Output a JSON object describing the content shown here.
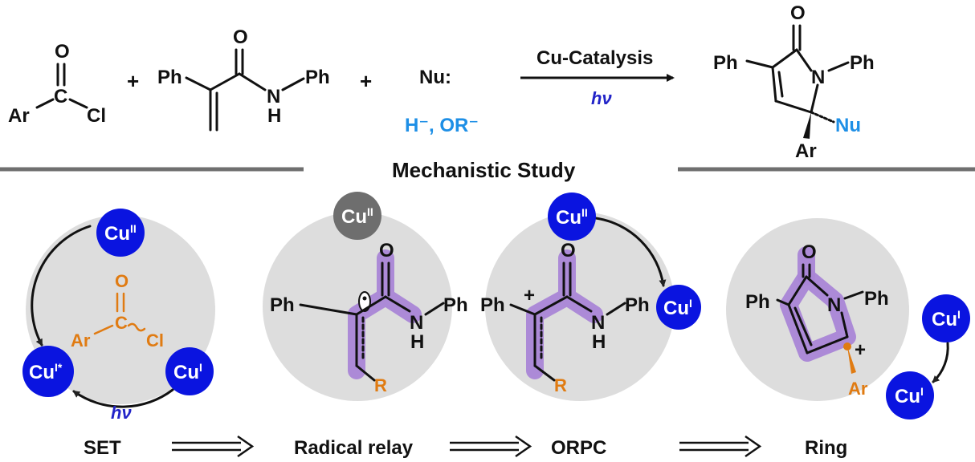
{
  "top": {
    "reactant1": {
      "o": "O",
      "c": "C",
      "ar": "Ar",
      "cl": "Cl"
    },
    "plus1": "+",
    "reactant2": {
      "ph": "Ph",
      "o": "O",
      "n": "N",
      "h": "H",
      "ph2": "Ph"
    },
    "plus2": "+",
    "reactant3": {
      "nu": "Nu:",
      "examples": "H⁻, OR⁻"
    },
    "arrow_top": "Cu-Catalysis",
    "arrow_bottom": "hν",
    "product": {
      "o": "O",
      "ph_left": "Ph",
      "n": "N",
      "ph_right": "Ph",
      "nu": "Nu",
      "ar": "Ar"
    }
  },
  "section_title": "Mechanistic Study",
  "steps": [
    {
      "label": "SET"
    },
    {
      "label": "Radical relay"
    },
    {
      "label": "ORPC"
    },
    {
      "label": "Ring"
    }
  ],
  "set_panel": {
    "cu_top": "Cu",
    "cu_top_sup": "II",
    "cu_left": "Cu",
    "cu_left_sup": "I*",
    "cu_right": "Cu",
    "cu_right_sup": "I",
    "hv": "hν",
    "o": "O",
    "c": "C",
    "ar": "Ar",
    "cl": "Cl"
  },
  "relay_panel": {
    "cu": "Cu",
    "cu_sup": "II",
    "ph": "Ph",
    "o": "O",
    "n": "N",
    "h": "H",
    "ph2": "Ph",
    "r": "R"
  },
  "orpc_panel": {
    "cu_top": "Cu",
    "cu_top_sup": "II",
    "cu_right": "Cu",
    "cu_right_sup": "I",
    "ph": "Ph",
    "plus": "+",
    "o": "O",
    "n": "N",
    "h": "H",
    "ph2": "Ph",
    "r": "R"
  },
  "ring_panel": {
    "cu_top": "Cu",
    "cu_top_sup": "I",
    "cu_bottom": "Cu",
    "cu_bottom_sup": "I",
    "o": "O",
    "ph": "Ph",
    "n": "N",
    "ph2": "Ph",
    "plus": "+",
    "ar": "Ar"
  },
  "colors": {
    "cu_active": "#0a14e0",
    "cu_inactive": "#6e6e6e",
    "panel_bg": "#dddddd",
    "highlight": "#a985d6",
    "orange": "#e07b12",
    "nu_blue": "#1e8fe6",
    "hv_blue": "#2224c8"
  }
}
